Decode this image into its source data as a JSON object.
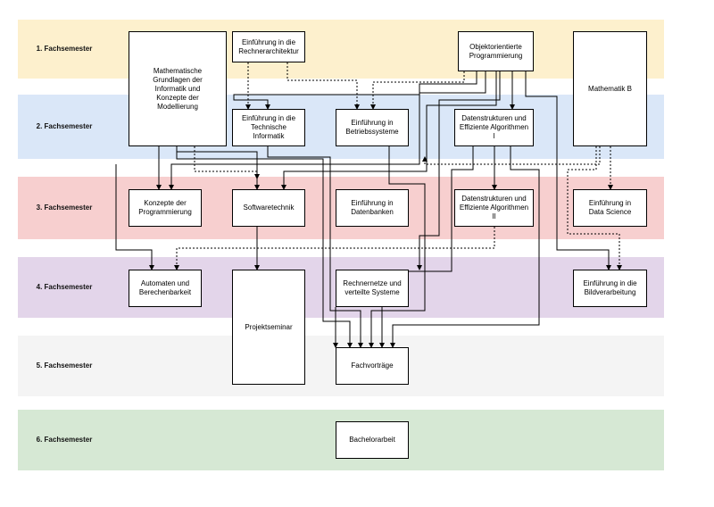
{
  "semesters": [
    {
      "label": "1. Fachsemester",
      "color": "#fdf0cd"
    },
    {
      "label": "2. Fachsemester",
      "color": "#dae7f8"
    },
    {
      "label": "3. Fachsemester",
      "color": "#f7cfcf"
    },
    {
      "label": "4. Fachsemester",
      "color": "#e3d5ea"
    },
    {
      "label": "5. Fachsemester",
      "color": "#f4f4f4"
    },
    {
      "label": "6. Fachsemester",
      "color": "#d6e8d4"
    }
  ],
  "modules": {
    "mgi": "Mathematische\nGrundlagen der\nInformatik und\nKonzepte der\nModellierung",
    "rechnerarch": "Einführung in die\nRechnerarchitektur",
    "oop": "Objektorientierte\nProgrammierung",
    "mathb": "Mathematik B",
    "techinf": "Einführung in die\nTechnische Informatik",
    "betriebs": "Einführung in\nBetriebssysteme",
    "dsa1": "Datenstrukturen und\nEffiziente Algorithmen\nI",
    "konzepte": "Konzepte der\nProgrammierung",
    "softwaretechnik": "Softwaretechnik",
    "datenbanken": "Einführung in\nDatenbanken",
    "dsa2": "Datenstrukturen und\nEffiziente Algorithmen\nII",
    "datascience": "Einführung in\nData Science",
    "automaten": "Automaten und\nBerechenbarkeit",
    "projektseminar": "Projektseminar",
    "rechnernetze": "Rechnernetze und\nverteilte Systeme",
    "bildverarbeitung": "Einführung in die\nBildverarbeitung",
    "fachvortraege": "Fachvorträge",
    "bachelorarbeit": "Bachelorarbeit"
  }
}
